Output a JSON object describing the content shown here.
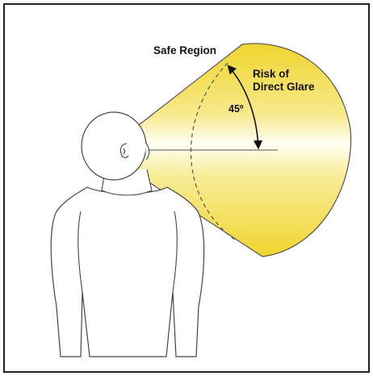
{
  "labels": {
    "safe_region": "Safe Region",
    "risk_line1": "Risk of",
    "risk_line2": "Direct Glare",
    "angle": "45º"
  },
  "colors": {
    "cone_gold": "#F2DA3C",
    "cone_light": "#FFFFF2",
    "outline": "#333333",
    "border": "#222222"
  }
}
